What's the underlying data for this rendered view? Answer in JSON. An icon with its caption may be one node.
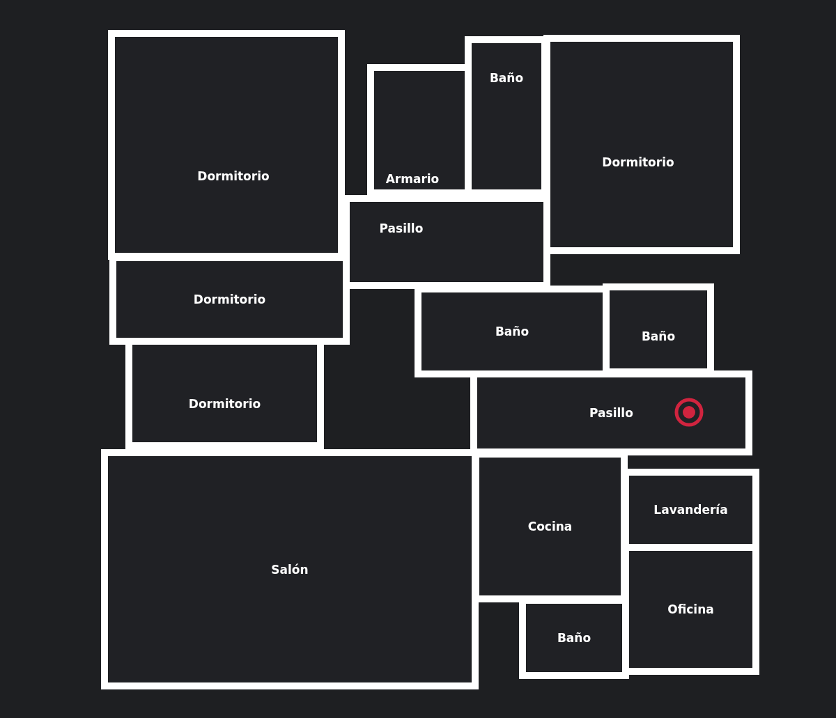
{
  "diagram": {
    "nodes": [
      {
        "text": [
          "Dormitorio"
        ]
      },
      {
        "text": [
          "Armario"
        ]
      },
      {
        "text": [
          "Baño"
        ]
      },
      {
        "text": [
          "Dormitorio"
        ]
      },
      {
        "text": [
          "Pasillo"
        ]
      },
      {
        "text": [
          "Dormitorio"
        ]
      },
      {
        "text": [
          "Baño"
        ]
      },
      {
        "text": [
          "Baño"
        ]
      },
      {
        "text": [
          "Dormitorio"
        ]
      },
      {
        "text": [
          "Pasillo"
        ]
      },
      {
        "text": [
          "Lavandería"
        ]
      },
      {
        "text": [
          "Cocina"
        ]
      },
      {
        "text": [
          "Salón"
        ]
      },
      {
        "text": [
          "Oficina"
        ]
      },
      {
        "text": [
          "Baño"
        ]
      }
    ]
  }
}
